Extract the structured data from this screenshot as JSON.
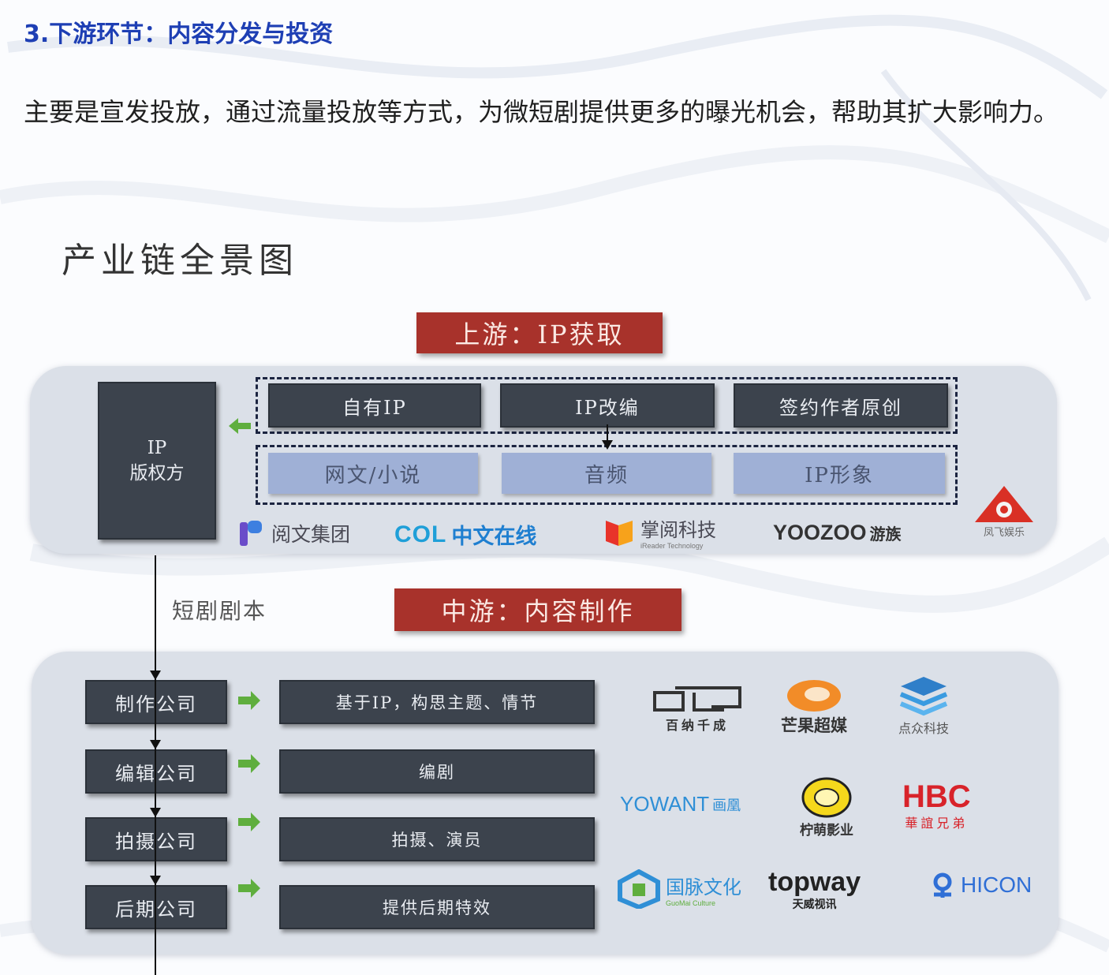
{
  "heading": "3.下游环节：内容分发与投资",
  "paragraph": "主要是宣发投放，通过流量投放等方式，为微短剧提供更多的曝光机会，帮助其扩大影响力。",
  "diagram": {
    "title": "产业链全景图",
    "upstream": {
      "tag": "上游：IP获取",
      "owner_line1": "IP",
      "owner_line2": "版权方",
      "sources": [
        "自有IP",
        "IP改编",
        "签约作者原创"
      ],
      "formats": [
        "网文/小说",
        "音频",
        "IP形象"
      ],
      "logos": {
        "yuewen": "阅文集团",
        "col_latin": "COL",
        "col_cn": "中文在线",
        "zhangyue": "掌阅科技",
        "zhangyue_sub": "iReader Technology",
        "yoozoo": "YOOZOO",
        "yoozoo_cn": "游族",
        "fanfei": "凤飞娱乐"
      }
    },
    "edge_label": "短剧剧本",
    "midstream": {
      "tag": "中游：内容制作",
      "companies": [
        "制作公司",
        "编辑公司",
        "拍摄公司",
        "后期公司"
      ],
      "tasks": [
        "基于IP，构思主题、情节",
        "编剧",
        "拍摄、演员",
        "提供后期特效"
      ],
      "logos": {
        "baina": "百纳千成",
        "mango": "芒果超媒",
        "dianzhong": "点众科技",
        "yowant": "YOWANT",
        "yowant_cn": "画凰",
        "ningmeng": "柠萌影业",
        "hbc": "HBC",
        "hbc_cn": "華誼兄弟",
        "guomai": "国脉文化",
        "guomai_sub": "GuoMai Culture",
        "topway": "topway",
        "topway_cn": "天威视讯",
        "hicon": "HICON"
      }
    },
    "colors": {
      "tag_red": "#a8322b",
      "panel": "#dbe0e8",
      "dark_box": "#3c434d",
      "light_box": "#9fb0d6",
      "arrow_green": "#5fae3e",
      "heading_blue": "#1e3fb4"
    }
  }
}
